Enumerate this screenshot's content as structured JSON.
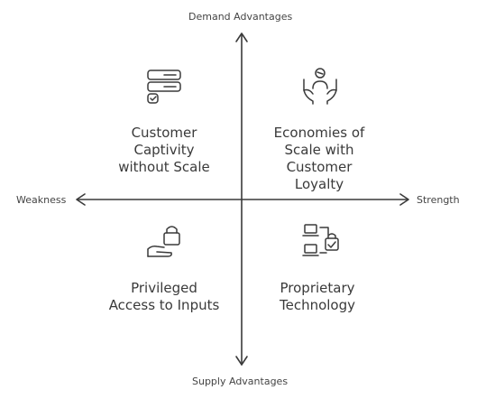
{
  "axes": {
    "top": "Demand Advantages",
    "bottom": "Supply Advantages",
    "left": "Weakness",
    "right": "Strength"
  },
  "quadrants": {
    "top_left": {
      "lines": [
        "Customer",
        "Captivity",
        "without Scale"
      ],
      "icon": "server-stack-icon"
    },
    "top_right": {
      "lines": [
        "Economies of",
        "Scale with",
        "Customer",
        "Loyalty"
      ],
      "icon": "hands-holding-person-icon"
    },
    "bottom_left": {
      "lines": [
        "Privileged",
        "Access to Inputs"
      ],
      "icon": "hand-lock-icon"
    },
    "bottom_right": {
      "lines": [
        "Proprietary",
        "Technology"
      ],
      "icon": "secure-devices-icon"
    }
  },
  "colors": {
    "stroke": "#3a3a3a",
    "text": "#3a3a3a"
  }
}
